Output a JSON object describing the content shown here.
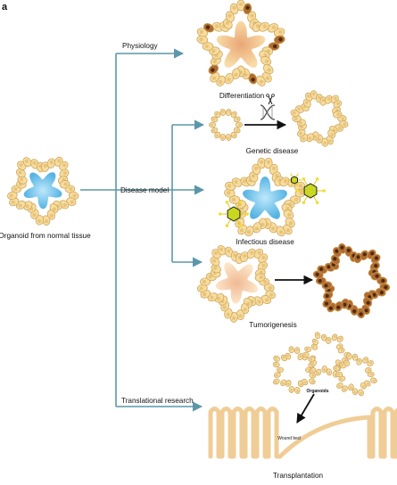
{
  "panel_letter": "a",
  "source": {
    "label": "Organoid from normal tissue"
  },
  "branches": [
    {
      "id": "physiology",
      "label": "Physiology"
    },
    {
      "id": "disease",
      "label": "Disease model"
    },
    {
      "id": "translational",
      "label": "Translational research"
    }
  ],
  "outcomes": [
    {
      "id": "differentiation",
      "label": "Differentiation"
    },
    {
      "id": "genetic",
      "label": "Genetic disease"
    },
    {
      "id": "infectious",
      "label": "Infectious disease"
    },
    {
      "id": "tumorigenesis",
      "label": "Tumorigenesis"
    },
    {
      "id": "transplantation",
      "label": "Transplantation"
    }
  ],
  "annotations": {
    "organoids": "Organoids",
    "wound_bed": "Wound bed"
  },
  "colors": {
    "arrow": "#5b97a8",
    "cell_fill": "#f7dc9c",
    "cell_stroke": "#c9a15a",
    "nucleus": "#e7c37c",
    "lumen_normal": "#7fc6ea",
    "lumen_tumor": "#f2c8a8",
    "tumor_cell": "#b26b2e",
    "virus": "#c8d820",
    "tissue": "#f0cd96"
  }
}
